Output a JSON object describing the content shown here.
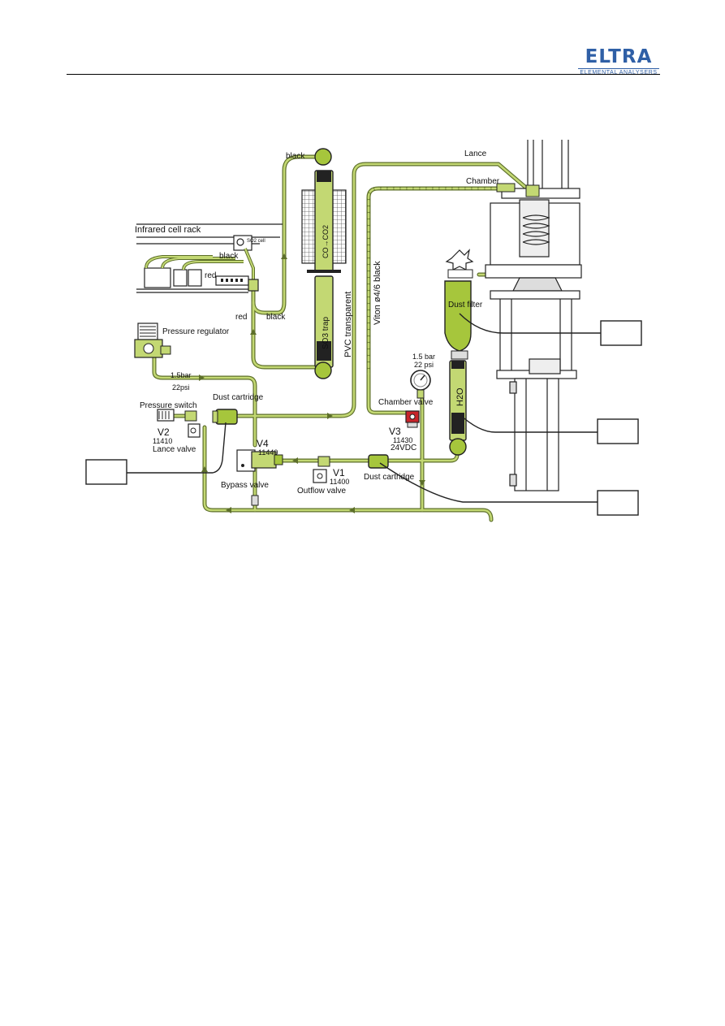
{
  "header": {
    "logo": "ELTRA",
    "logo_tagline": "ELEMENTAL ANALYSERS"
  },
  "colors": {
    "tube": "#c3d873",
    "tube_edge": "#5d6f2a",
    "accent": "#a6c63c",
    "valve_red": "#c8242a",
    "logo_blue": "#2f5fa6"
  },
  "labels": {
    "infrared_cell_rack": "Infrared cell rack",
    "so2_cell": "SO2 cell",
    "black_top": "black",
    "black_rack": "black",
    "red_rack": "red",
    "red_bottom": "red",
    "black_bottom": "black",
    "co_co2": "CO→CO2",
    "so3_trap": "SO3 trap",
    "pvc": "PVC transparent",
    "viton": "Viton ø4/6 black",
    "lance": "Lance",
    "chamber": "Chamber",
    "dust_filter": "Dust filter",
    "h2o": "H2O",
    "pressure_regulator": "Pressure regulator",
    "bar15": "1.5bar",
    "psi22": "22psi",
    "gauge_bar": "1.5 bar",
    "gauge_psi": "22 psi",
    "pressure_switch": "Pressure switch",
    "dust_cartridge_top": "Dust cartridge",
    "v2": "V2",
    "v2_num": "11410",
    "v2_name": "Lance  valve",
    "v4": "V4",
    "v4_num": "11440",
    "bypass": "Bypass  valve",
    "v1": "V1",
    "v1_num": "11400",
    "outflow": "Outflow  valve",
    "dust_cartridge_bottom": "Dust cartridge",
    "chamber_valve": "Chamber valve",
    "v3": "V3",
    "v3_num": "11430",
    "v3_volt": "24VDC"
  },
  "callouts": {
    "box_dust_filter": "",
    "box_h2o": "",
    "box_dust_cartridge": "",
    "box_left": ""
  }
}
